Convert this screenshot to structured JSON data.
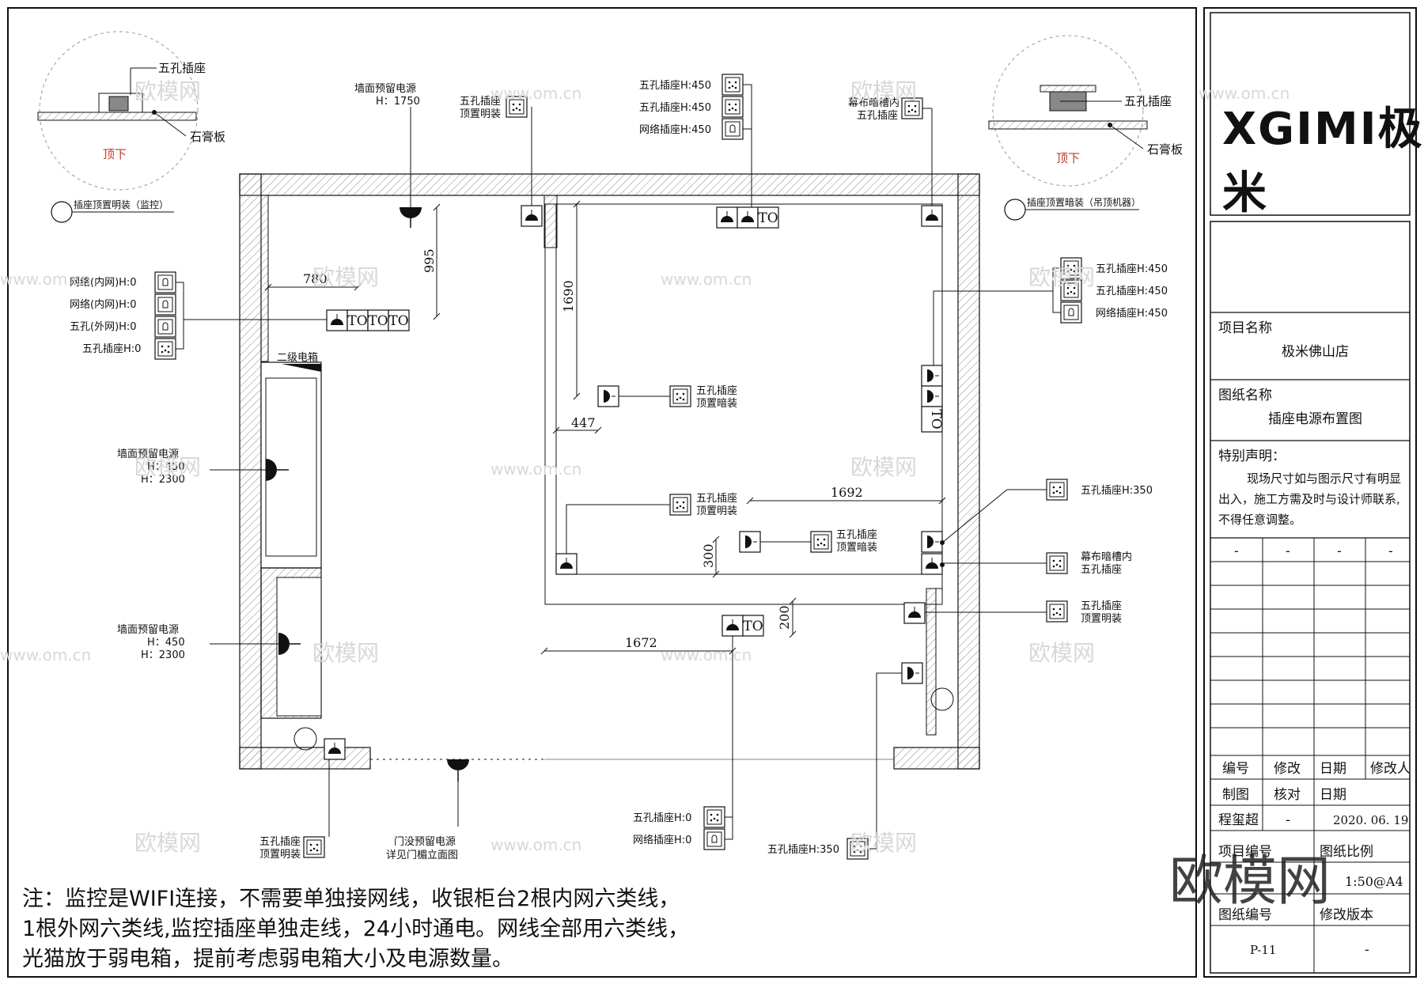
{
  "title_block": {
    "logo": "XGIMI极米",
    "project_label": "项目名称",
    "project_name": "极米佛山店",
    "drawing_label": "图纸名称",
    "drawing_name": "插座电源布置图",
    "statement_label": "特别声明：",
    "statement_lines": [
      "现场尺寸如与图示尺寸有明显",
      "出入，施工方需及时与设计师联系,",
      "不得任意调整。"
    ],
    "rev_dash": [
      "-",
      "-",
      "-",
      "-"
    ],
    "rev_headers": [
      "编号",
      "修改",
      "日期",
      "修改人"
    ],
    "draw_label": "制图",
    "check_label": "核对",
    "date_label": "日期",
    "drafter": "程玺超",
    "checker": "-",
    "date": "2020. 06. 19",
    "project_no_label": "项目编号",
    "scale_label": "图纸比例",
    "scale": "1:50@A4",
    "sheet_no_label": "图纸编号",
    "sheet_no": "P-11",
    "version_label": "修改版本",
    "version": "-"
  },
  "watermark": {
    "text": "欧模网",
    "site": "www.om.cn"
  },
  "details": {
    "left": {
      "socket": "五孔插座",
      "gypsum": "石膏板",
      "below": "顶下",
      "caption": "插座顶置明装（监控）"
    },
    "right": {
      "socket": "五孔插座",
      "gypsum": "石膏板",
      "below": "顶下",
      "caption": "插座顶置暗装（吊顶机器）"
    }
  },
  "labels": {
    "wall_power_1750": [
      "墙面预留电源",
      "H：1750"
    ],
    "top_socket_exposed": [
      "五孔插座",
      "顶置明装"
    ],
    "top_socket_concealed": [
      "五孔插座",
      "顶置暗装"
    ],
    "top_three": [
      "五孔插座H:450",
      "五孔插座H:450",
      "网络插座H:450"
    ],
    "curtain_socket": [
      "幕布暗槽内",
      "五孔插座"
    ],
    "left_stack": [
      "网络(内网)H:0",
      "网络(内网)H:0",
      "五孔(外网)H:0",
      "五孔插座H:0"
    ],
    "right_stack": [
      "五孔插座H:450",
      "五孔插座H:450",
      "网络插座H:450"
    ],
    "panel_box": "二级电箱",
    "wall_power_450_2300": [
      "墙面预留电源",
      "H：450",
      "H：2300"
    ],
    "socket_350": "五孔插座H:350",
    "bottom_pair": [
      "五孔插座H:0",
      "网络插座H:0"
    ],
    "door_power": [
      "门没预留电源",
      "详见门楣立面图"
    ],
    "to": "TO"
  },
  "dimensions": [
    "780",
    "995",
    "1690",
    "447",
    "1692",
    "300",
    "200",
    "1672"
  ],
  "note_lines": [
    "注：监控是WIFI连接，不需要单独接网线，收银柜台2根内网六类线，",
    "1根外网六类线,监控插座单独走线，24小时通电。网线全部用六类线，",
    "光猫放于弱电箱，提前考虑弱电箱大小及电源数量。"
  ],
  "colors": {
    "line": "#111111",
    "red": "#c0392b",
    "hatch": "#666666",
    "watermark": "#d9d9d9"
  }
}
